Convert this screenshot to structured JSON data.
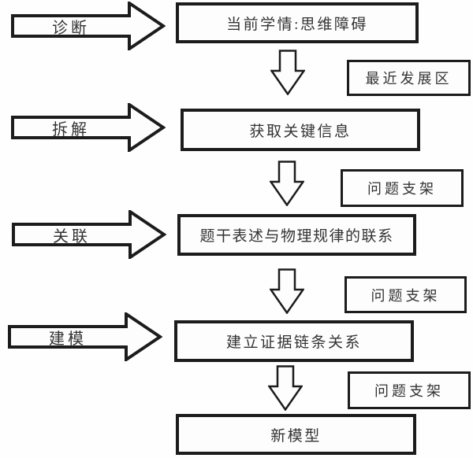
{
  "diagram": {
    "title": "physics problem-solving scaffolding flowchart",
    "stage_arrows": [
      {
        "label": "诊断"
      },
      {
        "label": "拆解"
      },
      {
        "label": "关联"
      },
      {
        "label": "建模"
      }
    ],
    "main_boxes": [
      {
        "label": "当前学情:思维障碍"
      },
      {
        "label": "获取关键信息"
      },
      {
        "label": "题干表述与物理规律的联系"
      },
      {
        "label": "建立证据链条关系"
      },
      {
        "label": "新模型"
      }
    ],
    "side_boxes": [
      {
        "label": "最近发展区"
      },
      {
        "label": "问题支架"
      },
      {
        "label": "问题支架"
      },
      {
        "label": "问题支架"
      }
    ],
    "colors": {
      "line": "#1c1c1c",
      "text": "#333333",
      "background": "#fefefe"
    }
  }
}
